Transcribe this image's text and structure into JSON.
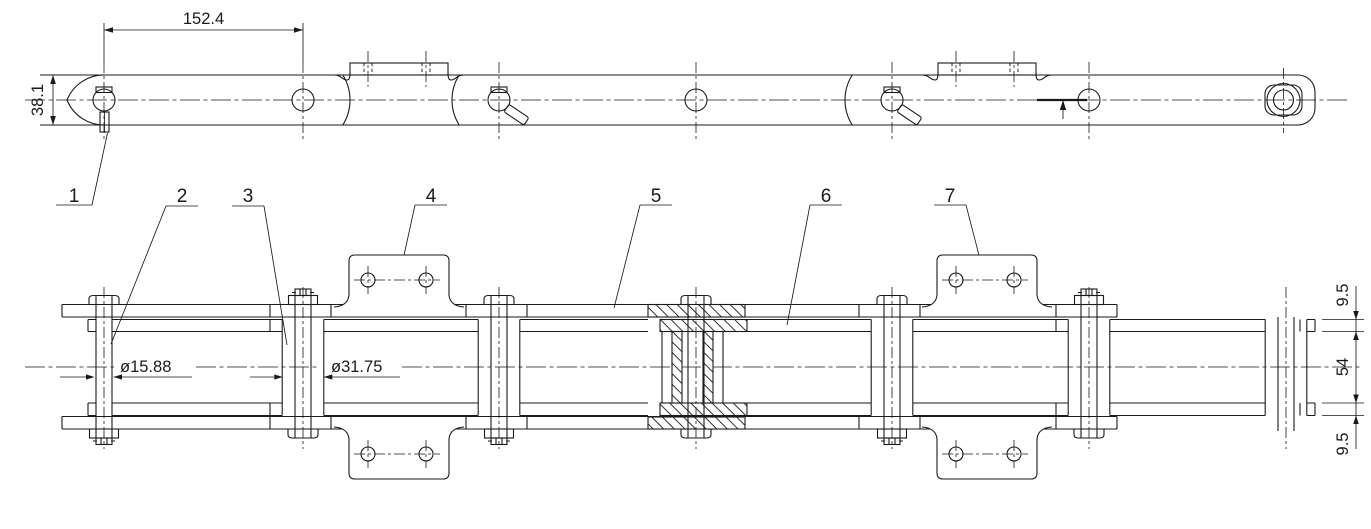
{
  "dimensions": {
    "pitch": "152.4",
    "plate_height": "38.1",
    "pin_diameter": "ø15.88",
    "roller_diameter": "ø31.75",
    "inner_width": "54",
    "plate_thickness_top": "9.5",
    "plate_thickness_bottom": "9.5"
  },
  "callouts": [
    {
      "number": "1"
    },
    {
      "number": "2"
    },
    {
      "number": "3"
    },
    {
      "number": "4"
    },
    {
      "number": "5"
    },
    {
      "number": "6"
    },
    {
      "number": "7"
    }
  ],
  "colors": {
    "line": "#1a1a1a",
    "background": "#ffffff"
  }
}
